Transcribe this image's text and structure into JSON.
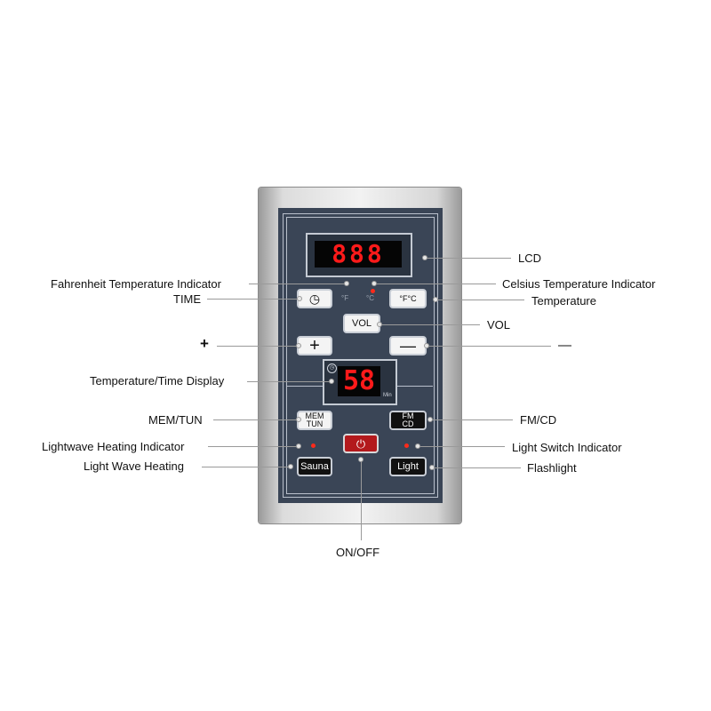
{
  "panel": {
    "lcd_digits": "888",
    "fahrenheit_symbol": "°F",
    "celsius_symbol": "°C",
    "vol_button": "VOL",
    "plus_button": "+",
    "minus_button": "—",
    "temp_button": "°F°C",
    "display_digits": "58",
    "display_unit": "Min",
    "mem_button_top": "MEM",
    "mem_button_bottom": "TUN",
    "fm_button_top": "FM",
    "fm_button_bottom": "CD",
    "sauna_button": "Sauna",
    "light_button": "Light",
    "power_symbol": "⏻",
    "clock_symbol": "◷"
  },
  "labels": {
    "lcd": "LCD",
    "fahrenheit_indicator": "Fahrenheit Temperature Indicator",
    "celsius_indicator": "Celsius Temperature Indicator",
    "time": "TIME",
    "temperature": "Temperature",
    "vol": "VOL",
    "plus": "+",
    "minus": "—",
    "temp_time_display": "Temperature/Time Display",
    "mem_tun": "MEM/TUN",
    "fm_cd": "FM/CD",
    "lightwave_indicator": "Lightwave Heating Indicator",
    "light_switch_indicator": "Light Switch Indicator",
    "light_wave_heating": "Light Wave Heating",
    "flashlight": "Flashlight",
    "on_off": "ON/OFF"
  },
  "colors": {
    "panel": "#3a4556",
    "led": "#ff1a1a",
    "power_button": "#b3191c"
  }
}
